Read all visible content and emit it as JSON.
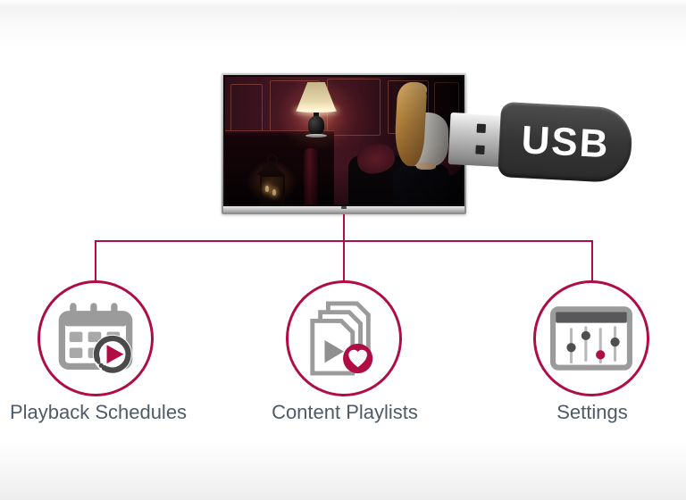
{
  "diagram": {
    "usb": {
      "label": "USB"
    },
    "tv": {
      "icon": "tv-screen",
      "scene": "dark-lounge-photo"
    },
    "features": [
      {
        "label": "Playback Schedules",
        "icon": "calendar-play-icon"
      },
      {
        "label": "Content Playlists",
        "icon": "playlist-heart-icon"
      },
      {
        "label": "Settings",
        "icon": "sliders-panel-icon"
      }
    ],
    "colors": {
      "accent_red": "#b00d45",
      "label_text": "#4e5a66",
      "icon_gray": "#9b9b9b",
      "icon_dark": "#4a4a4a",
      "usb_body": "#353535"
    }
  }
}
